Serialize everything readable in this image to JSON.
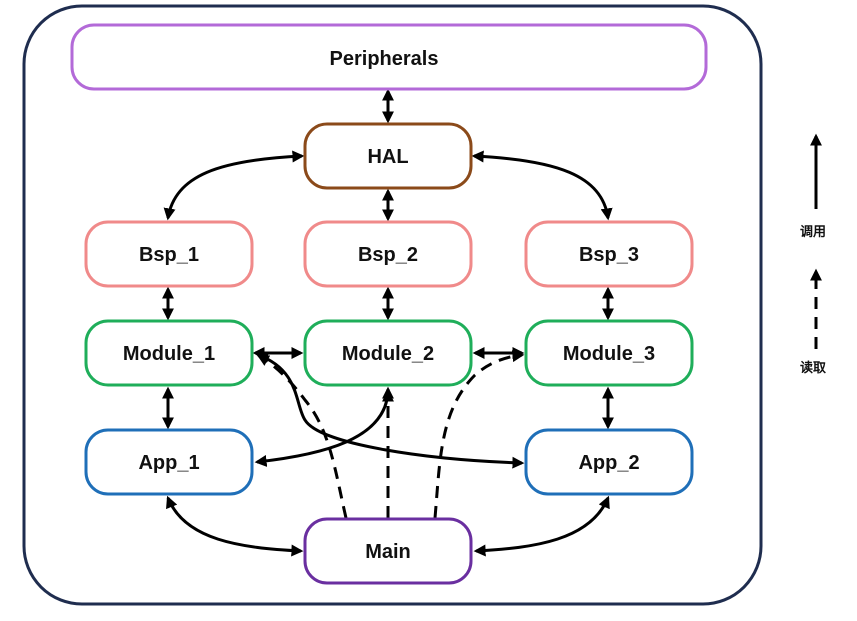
{
  "colors": {
    "frame": "#1f2d4f",
    "peripherals": "#b36ad8",
    "hal": "#8b4a1a",
    "bsp": "#f08a8a",
    "module": "#1fae5a",
    "app": "#1f6fb8",
    "main": "#6a2fa0",
    "arrow": "#000000"
  },
  "nodes": {
    "peripherals": "Peripherals",
    "hal": "HAL",
    "bsp_1": "Bsp_1",
    "bsp_2": "Bsp_2",
    "bsp_3": "Bsp_3",
    "module_1": "Module_1",
    "module_2": "Module_2",
    "module_3": "Module_3",
    "app_1": "App_1",
    "app_2": "App_2",
    "main": "Main"
  },
  "edges": [
    {
      "from": "peripherals",
      "to": "hal",
      "style": "solid",
      "direction": "both"
    },
    {
      "from": "hal",
      "to": "bsp_1",
      "style": "solid",
      "direction": "both"
    },
    {
      "from": "hal",
      "to": "bsp_2",
      "style": "solid",
      "direction": "both"
    },
    {
      "from": "hal",
      "to": "bsp_3",
      "style": "solid",
      "direction": "both"
    },
    {
      "from": "bsp_1",
      "to": "module_1",
      "style": "solid",
      "direction": "both"
    },
    {
      "from": "bsp_2",
      "to": "module_2",
      "style": "solid",
      "direction": "both"
    },
    {
      "from": "bsp_3",
      "to": "module_3",
      "style": "solid",
      "direction": "both"
    },
    {
      "from": "module_1",
      "to": "module_2",
      "style": "solid",
      "direction": "both"
    },
    {
      "from": "module_2",
      "to": "module_3",
      "style": "solid",
      "direction": "both"
    },
    {
      "from": "module_1",
      "to": "app_1",
      "style": "solid",
      "direction": "both"
    },
    {
      "from": "module_3",
      "to": "app_2",
      "style": "solid",
      "direction": "both"
    },
    {
      "from": "module_2",
      "to": "app_1",
      "style": "solid",
      "direction": "both"
    },
    {
      "from": "module_1",
      "to": "app_2",
      "style": "solid",
      "direction": "both"
    },
    {
      "from": "app_1",
      "to": "main",
      "style": "solid",
      "direction": "both"
    },
    {
      "from": "app_2",
      "to": "main",
      "style": "solid",
      "direction": "both"
    },
    {
      "from": "main",
      "to": "module_1",
      "style": "dashed",
      "direction": "forward"
    },
    {
      "from": "main",
      "to": "module_2",
      "style": "dashed",
      "direction": "forward"
    },
    {
      "from": "main",
      "to": "module_3",
      "style": "dashed",
      "direction": "forward"
    }
  ],
  "legend": {
    "call_label": "调用",
    "read_label": "读取"
  }
}
